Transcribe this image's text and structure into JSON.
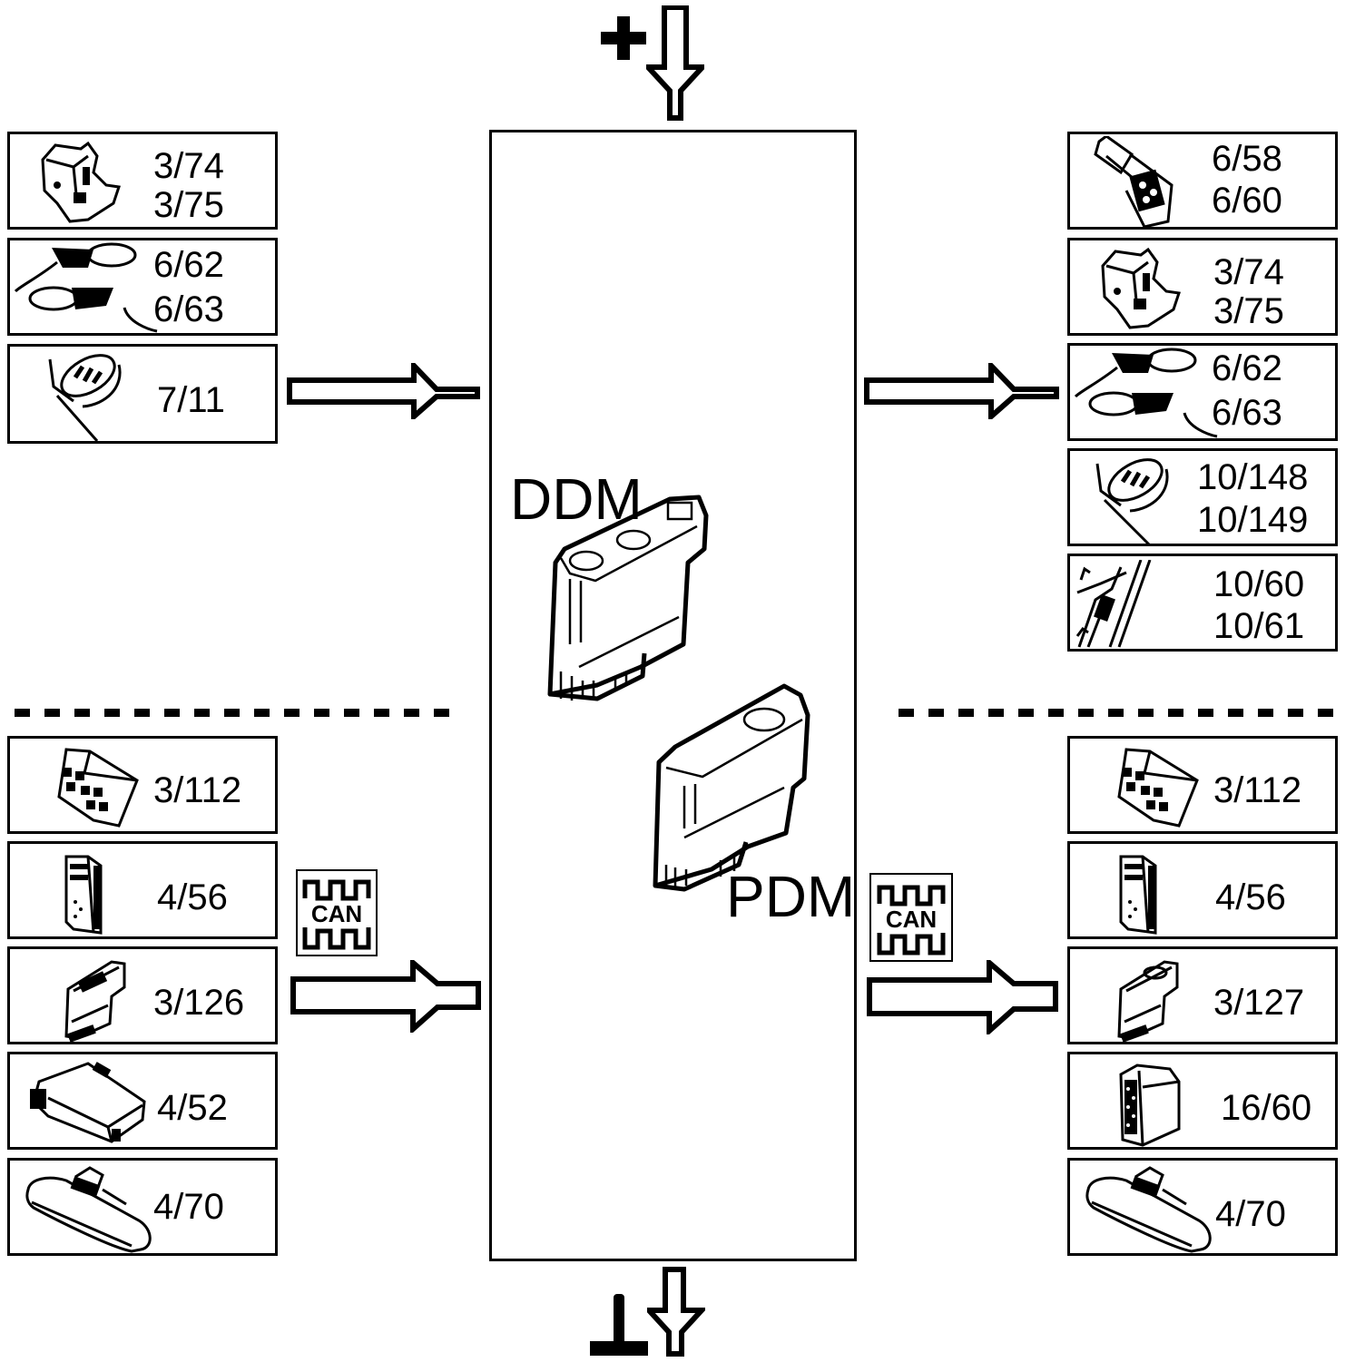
{
  "supply": {
    "positive_symbol": "+",
    "ground_symbol": "⊥",
    "positive_icon": "plus-icon",
    "ground_icon": "ground-icon",
    "in_arrow_icon": "down-arrow-icon",
    "out_arrow_icon": "down-arrow-icon"
  },
  "center": {
    "modules": [
      {
        "id": "ddm",
        "label": "DDM",
        "icon": "driver-door-module-icon"
      },
      {
        "id": "pdm",
        "label": "PDM",
        "icon": "passenger-door-module-icon"
      }
    ]
  },
  "bus": {
    "label": "CAN",
    "icon": "can-bus-icon"
  },
  "left_inputs": [
    {
      "lines": [
        "3/74",
        "3/75"
      ],
      "icon": "door-lock-icon"
    },
    {
      "lines": [
        "6/62",
        "6/63"
      ],
      "icon": "mirror-lamp-icon"
    },
    {
      "lines": [
        "7/11"
      ],
      "icon": "door-handle-switch-icon"
    }
  ],
  "right_outputs": [
    {
      "lines": [
        "6/58",
        "6/60"
      ],
      "icon": "window-motor-icon"
    },
    {
      "lines": [
        "3/74",
        "3/75"
      ],
      "icon": "door-lock-icon"
    },
    {
      "lines": [
        "6/62",
        "6/63"
      ],
      "icon": "mirror-lamp-icon"
    },
    {
      "lines": [
        "10/148",
        "10/149"
      ],
      "icon": "door-handle-switch-icon"
    },
    {
      "lines": [
        "10/60",
        "10/61"
      ],
      "icon": "door-light-icon"
    }
  ],
  "left_can": [
    {
      "lines": [
        "3/112"
      ],
      "icon": "control-module-icon"
    },
    {
      "lines": [
        "4/56"
      ],
      "icon": "switch-panel-icon"
    },
    {
      "lines": [
        "3/126"
      ],
      "icon": "door-module-icon"
    },
    {
      "lines": [
        "4/52"
      ],
      "icon": "electronic-unit-icon"
    },
    {
      "lines": [
        "4/70"
      ],
      "icon": "rear-view-mirror-icon"
    }
  ],
  "right_can": [
    {
      "lines": [
        "3/112"
      ],
      "icon": "control-module-icon"
    },
    {
      "lines": [
        "4/56"
      ],
      "icon": "switch-panel-icon"
    },
    {
      "lines": [
        "3/127"
      ],
      "icon": "door-module-icon"
    },
    {
      "lines": [
        "16/60"
      ],
      "icon": "seat-module-icon"
    },
    {
      "lines": [
        "4/70"
      ],
      "icon": "rear-view-mirror-icon"
    }
  ],
  "arrows": {
    "left_top": "right-arrow-icon",
    "right_top": "right-arrow-icon",
    "left_bottom": "right-arrow-icon",
    "right_bottom": "right-arrow-icon"
  }
}
